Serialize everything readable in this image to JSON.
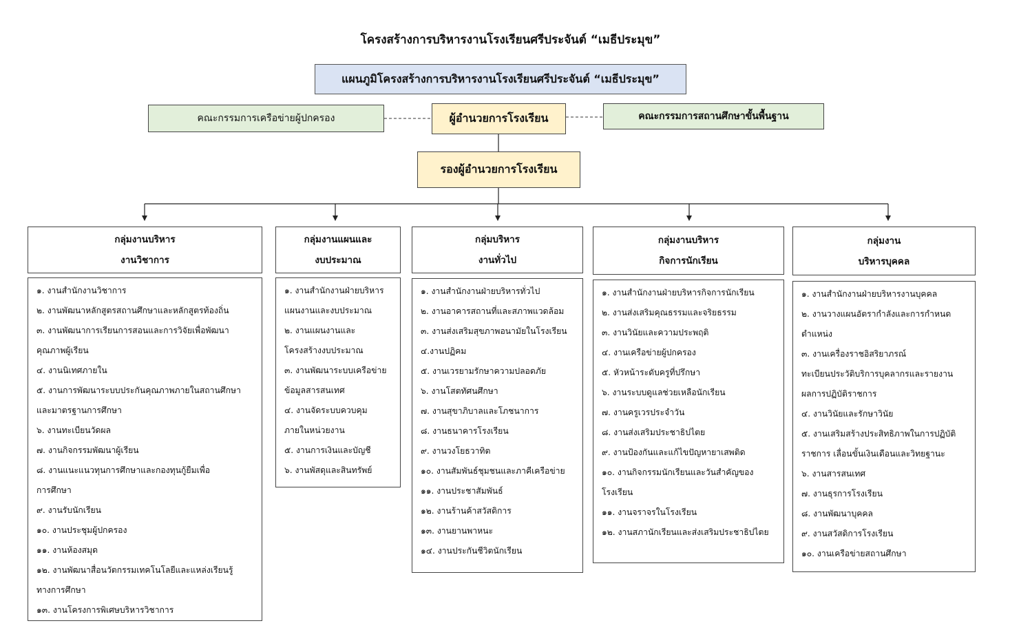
{
  "title": "โครงสร้างการบริหารงานโรงเรียนศรีประจันต์ “เมธีประมุข”",
  "diagram_title": "แผนภูมิโครงสร้างการบริหารงานโรงเรียนศรีประจันต์ “เมธีประมุข”",
  "parent_committee": "คณะกรรมการเครือข่ายผู้ปกครอง",
  "director": "ผู้อำนวยการโรงเรียน",
  "basic_board": "คณะกรรมการสถานศึกษาขั้นพื้นฐาน",
  "deputy": "รองผู้อำนวยการโรงเรียน",
  "colors": {
    "title_box": "#dae3f3",
    "committee_box": "#e2efda",
    "director_box": "#fff2cc",
    "border": "#444444"
  },
  "departments": [
    {
      "title_line1": "กลุ่มงานบริหาร",
      "title_line2": "งานวิชาการ",
      "tasks": [
        "๑. งานสำนักงานวิชาการ",
        "๒. งานพัฒนาหลักสูตรสถานศึกษาและหลักสูตรท้องถิ่น",
        "๓. งานพัฒนาการเรียนการสอนและการวิจัยเพื่อพัฒนา",
        "คุณภาพผู้เรียน",
        "๔. งานนิเทศภายใน",
        "๕. งานการพัฒนาระบบประกันคุณภาพภายในสถานศึกษา",
        "และมาตรฐานการศึกษา",
        "๖. งานทะเบียนวัดผล",
        "๗. งานกิจกรรมพัฒนาผู้เรียน",
        "๘. งานแนะแนวทุนการศึกษาและกองทุนกู้ยืมเพื่อ",
        "การศึกษา",
        "๙. งานรับนักเรียน",
        "๑๐. งานประชุมผู้ปกครอง",
        "๑๑. งานห้องสมุด",
        "๑๒. งานพัฒนาสื่อนวัตกรรมเทคโนโลยีและแหล่งเรียนรู้",
        "ทางการศึกษา",
        "๑๓. งานโครงการพิเศษบริหารวิชาการ"
      ]
    },
    {
      "title_line1": "กลุ่มงานแผนและ",
      "title_line2": "งบประมาณ",
      "tasks": [
        "๑. งานสำนักงานฝ่ายบริหาร",
        "แผนงานและงบประมาณ",
        "๒. งานแผนงานและ",
        "โครงสร้างงบประมาณ",
        "๓. งานพัฒนาระบบเครือข่าย",
        "ข้อมูลสารสนเทศ",
        "๔. งานจัดระบบควบคุม",
        "ภายในหน่วยงาน",
        "๕. งานการเงินและบัญชี",
        "๖. งานพัสดุและสินทรัพย์"
      ]
    },
    {
      "title_line1": "กลุ่มบริหาร",
      "title_line2": "งานทั่วไป",
      "tasks": [
        "๑. งานสำนักงานฝ่ายบริหารทั่วไป",
        "๒. งานอาคารสถานที่และสภาพแวดล้อม",
        "๓. งานส่งเสริมสุขภาพอนามัยในโรงเรียน",
        "๔.งานปฏิคม",
        "๕. งานเวรยามรักษาความปลอดภัย",
        "๖. งานโสตทัศนศึกษา",
        "๗. งานสุขาภิบาลและโภชนาการ",
        "๘. งานธนาคารโรงเรียน",
        "๙. งานวงโยธวาทิต",
        "๑๐. งานสัมพันธ์ชุมชนและภาคีเครือข่าย",
        "๑๑. งานประชาสัมพันธ์",
        "๑๒. งานร้านค้าสวัสดิการ",
        "๑๓. งานยานพาหนะ",
        "๑๔. งานประกันชีวิตนักเรียน"
      ]
    },
    {
      "title_line1": "กลุ่มงานบริหาร",
      "title_line2": "กิจการนักเรียน",
      "tasks": [
        "๑. งานสำนักงานฝ่ายบริหารกิจการนักเรียน",
        "๒. งานส่งเสริมคุณธรรมและจริยธรรม",
        "๓. งานวินัยและความประพฤติ",
        "๔. งานเครือข่ายผู้ปกครอง",
        "๕. หัวหน้าระดับครูที่ปรึกษา",
        "๖. งานระบบดูแลช่วยเหลือนักเรียน",
        "๗. งานครูเวรประจำวัน",
        "๘. งานส่งเสริมประชาธิปไตย",
        "๙. งานป้องกันและแก้ไขปัญหายาเสพติด",
        "๑๐. งานกิจกรรมนักเรียนและวันสำคัญของ",
        "โรงเรียน",
        "๑๑. งานจราจรในโรงเรียน",
        "๑๒. งานสภานักเรียนและส่งเสริมประชาธิปไตย"
      ]
    },
    {
      "title_line1": "กลุ่มงาน",
      "title_line2": "บริหารบุคคล",
      "tasks": [
        "๑. งานสำนักงานฝ่ายบริหารงานบุคคล",
        "๒. งานวางแผนอัตรากำลังและการกำหนด",
        "ตำแหน่ง",
        "๓. งานเครื่องราชอิสริยาภรณ์",
        "ทะเบียนประวัติบริการบุคลากรและรายงาน",
        "ผลการปฏิบัติราชการ",
        "๔. งานวินัยและรักษาวินัย",
        "๕. งานเสริมสร้างประสิทธิภาพในการปฏิบัติ",
        "ราชการ เลื่อนขั้นเงินเดือนและวิทยฐานะ",
        "๖. งานสารสนเทศ",
        "๗. งานธุรการโรงเรียน",
        "๘. งานพัฒนาบุคคล",
        "๙. งานสวัสดิการโรงเรียน",
        "๑๐. งานเครือข่ายสถานศึกษา"
      ]
    }
  ]
}
